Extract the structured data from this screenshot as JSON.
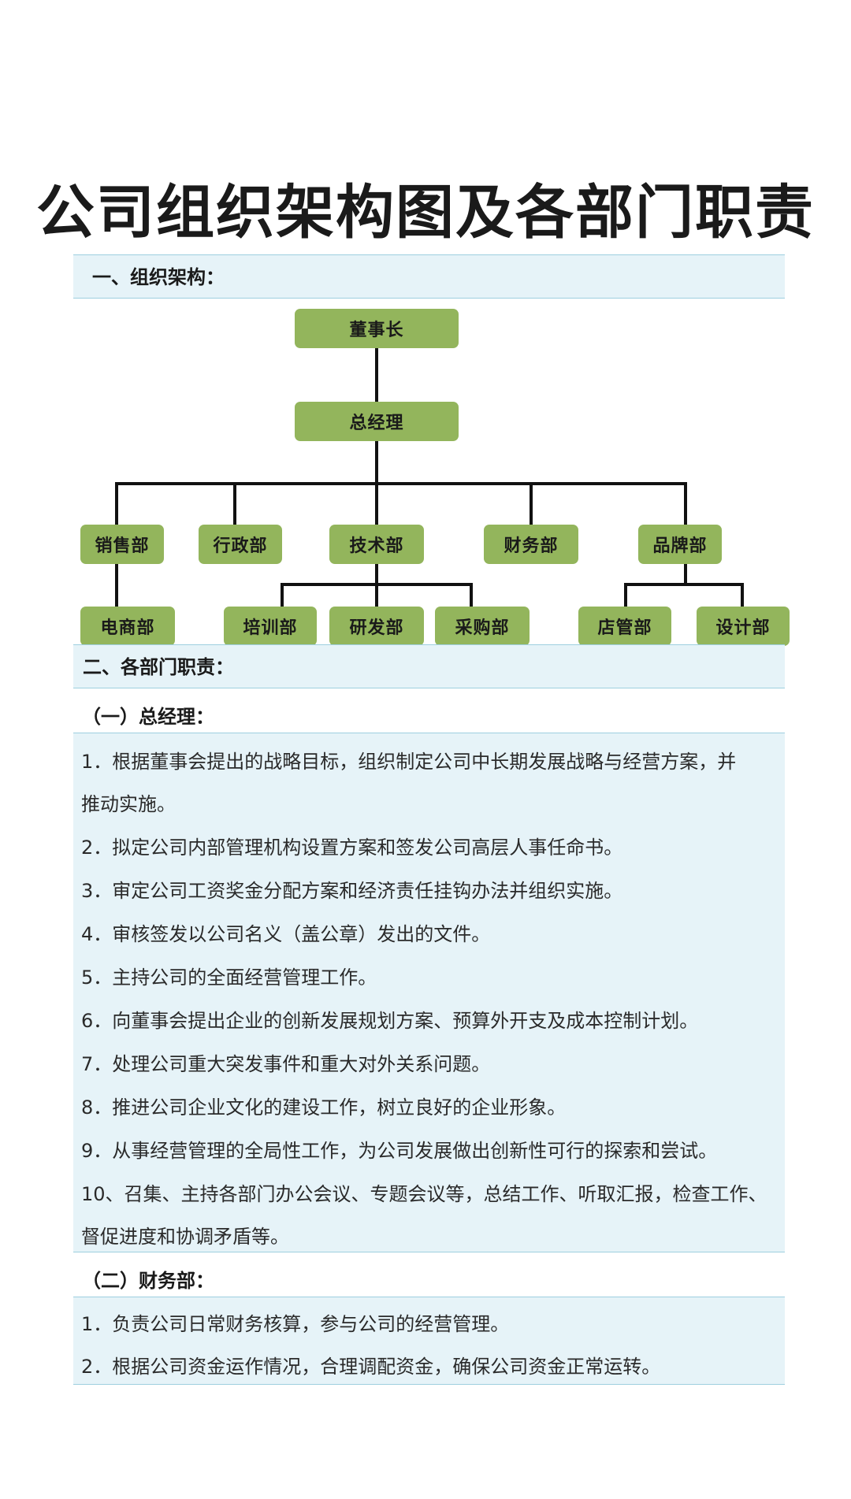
{
  "title": "公司组织架构图及各部门职责",
  "section1": {
    "label": "一、组织架构："
  },
  "org": {
    "chairman": "董事长",
    "gm": "总经理",
    "sales": "销售部",
    "admin": "行政部",
    "tech": "技术部",
    "finance": "财务部",
    "brand": "品牌部",
    "ecommerce": "电商部",
    "training": "培训部",
    "rnd": "研发部",
    "purchasing": "采购部",
    "store_mgmt": "店管部",
    "design": "设计部"
  },
  "section2": {
    "label": "二、各部门职责："
  },
  "gm_section": {
    "heading": "（一）总经理：",
    "items": [
      "1．根据董事会提出的战略目标，组织制定公司中长期发展战略与经营方案，并",
      "推动实施。",
      "2．拟定公司内部管理机构设置方案和签发公司高层人事任命书。",
      "3．审定公司工资奖金分配方案和经济责任挂钩办法并组织实施。",
      "4．审核签发以公司名义（盖公章）发出的文件。",
      "5．主持公司的全面经营管理工作。",
      "6．向董事会提出企业的创新发展规划方案、预算外开支及成本控制计划。",
      "7．处理公司重大突发事件和重大对外关系问题。",
      "8．推进公司企业文化的建设工作，树立良好的企业形象。",
      "9．从事经营管理的全局性工作，为公司发展做出创新性可行的探索和尝试。",
      "10、召集、主持各部门办公会议、专题会议等，总结工作、听取汇报，检查工作、",
      "督促进度和协调矛盾等。"
    ]
  },
  "finance_section": {
    "heading": "（二）财务部：",
    "items": [
      "1．负责公司日常财务核算，参与公司的经营管理。",
      "2．根据公司资金运作情况，合理调配资金，确保公司资金正常运转。"
    ]
  },
  "colors": {
    "node": "#93b55c",
    "band": "#e6f3f8",
    "band_border": "#9ecfdf",
    "line": "#111111"
  }
}
